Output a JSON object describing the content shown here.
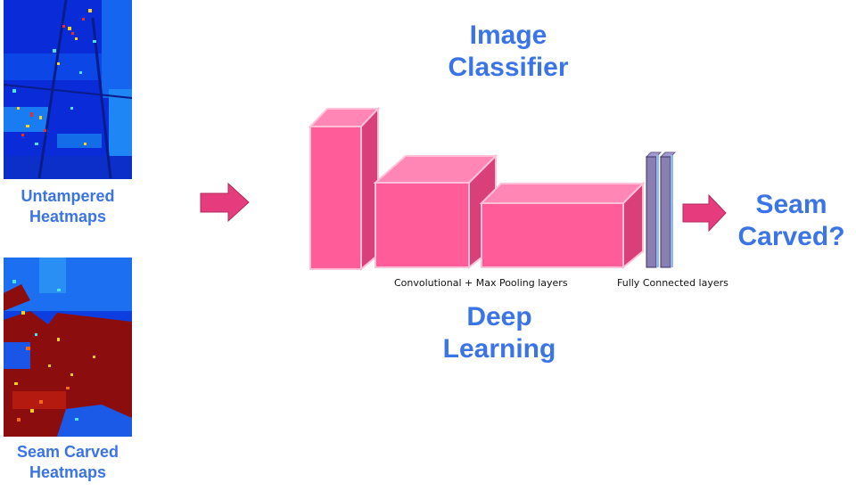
{
  "heatmaps": {
    "untampered_caption_line1": "Untampered",
    "untampered_caption_line2": "Heatmaps",
    "seam_caption_line1": "Seam Carved",
    "seam_caption_line2": "Heatmaps"
  },
  "classifier": {
    "title_line1": "Image",
    "title_line2": "Classifier",
    "subtitle_line1": "Deep",
    "subtitle_line2": "Learning",
    "conv_label": "Convolutional + Max Pooling layers",
    "fc_label": "Fully Connected layers"
  },
  "output": {
    "line1": "Seam",
    "line2": "Carved?"
  },
  "colors": {
    "accent_text": "#3b74e6",
    "arrow": "#e63c7e",
    "block_front": "#ff5c99",
    "block_top": "#ff86b5",
    "block_side": "#d94079",
    "fc_layer": "#8a7fb0"
  }
}
